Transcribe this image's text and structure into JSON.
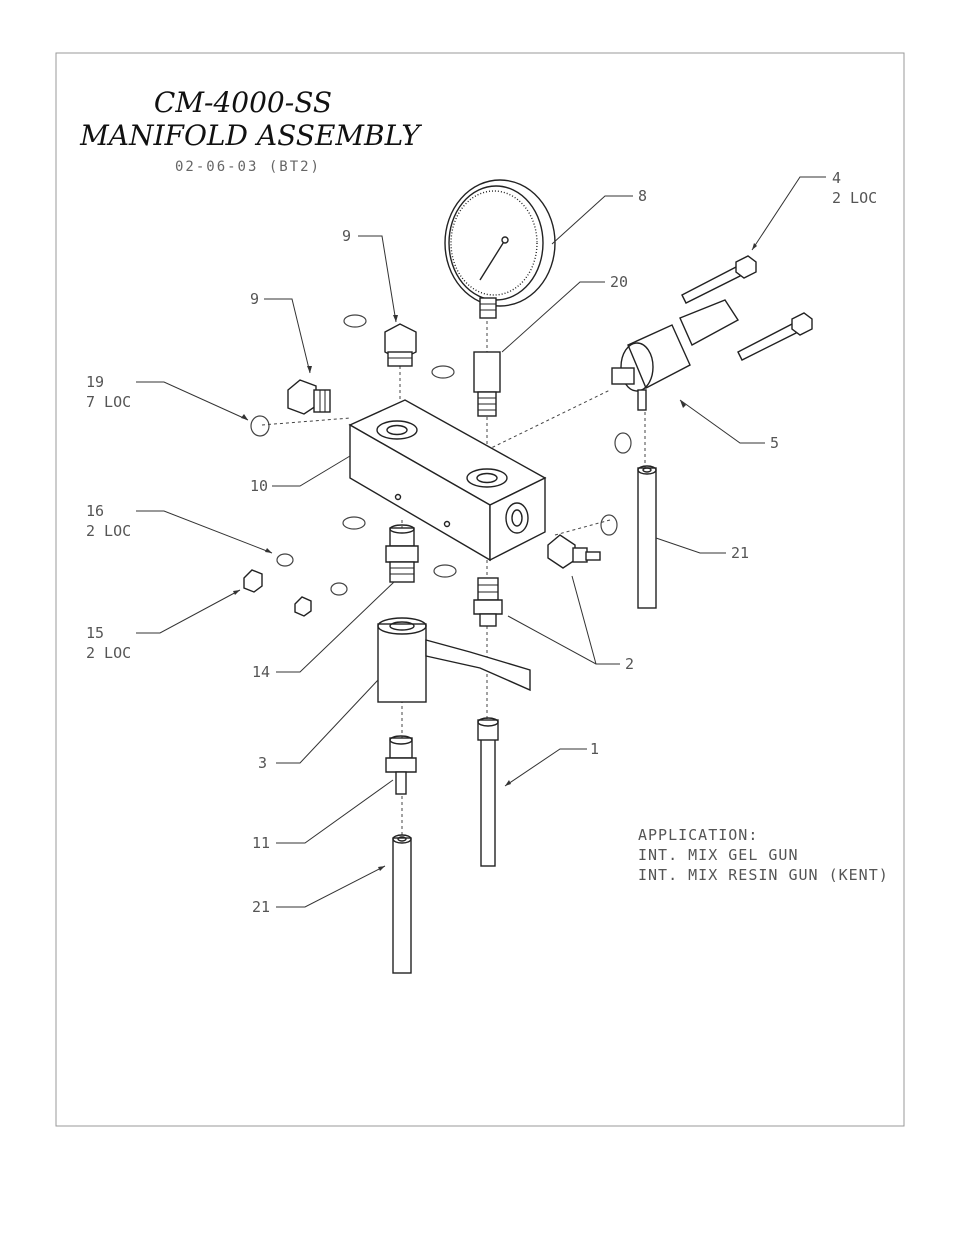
{
  "title": {
    "line1": "CM-4000-SS",
    "line2": "MANIFOLD ASSEMBLY",
    "date": "02-06-03 (BT2)"
  },
  "application": {
    "heading": "APPLICATION:",
    "lines": [
      "INT. MIX GEL GUN",
      "INT. MIX RESIN GUN (KENT)"
    ]
  },
  "callouts": {
    "c8": "8",
    "c4": "4",
    "c4_qty": "2 LOC",
    "c9a": "9",
    "c9b": "9",
    "c20": "20",
    "c19": "19",
    "c19_qty": "7 LOC",
    "c5": "5",
    "c10": "10",
    "c16": "16",
    "c16_qty": "2 LOC",
    "c21a": "21",
    "c15": "15",
    "c15_qty": "2 LOC",
    "c2": "2",
    "c14": "14",
    "c3": "3",
    "c1": "1",
    "c11": "11",
    "c21b": "21"
  }
}
